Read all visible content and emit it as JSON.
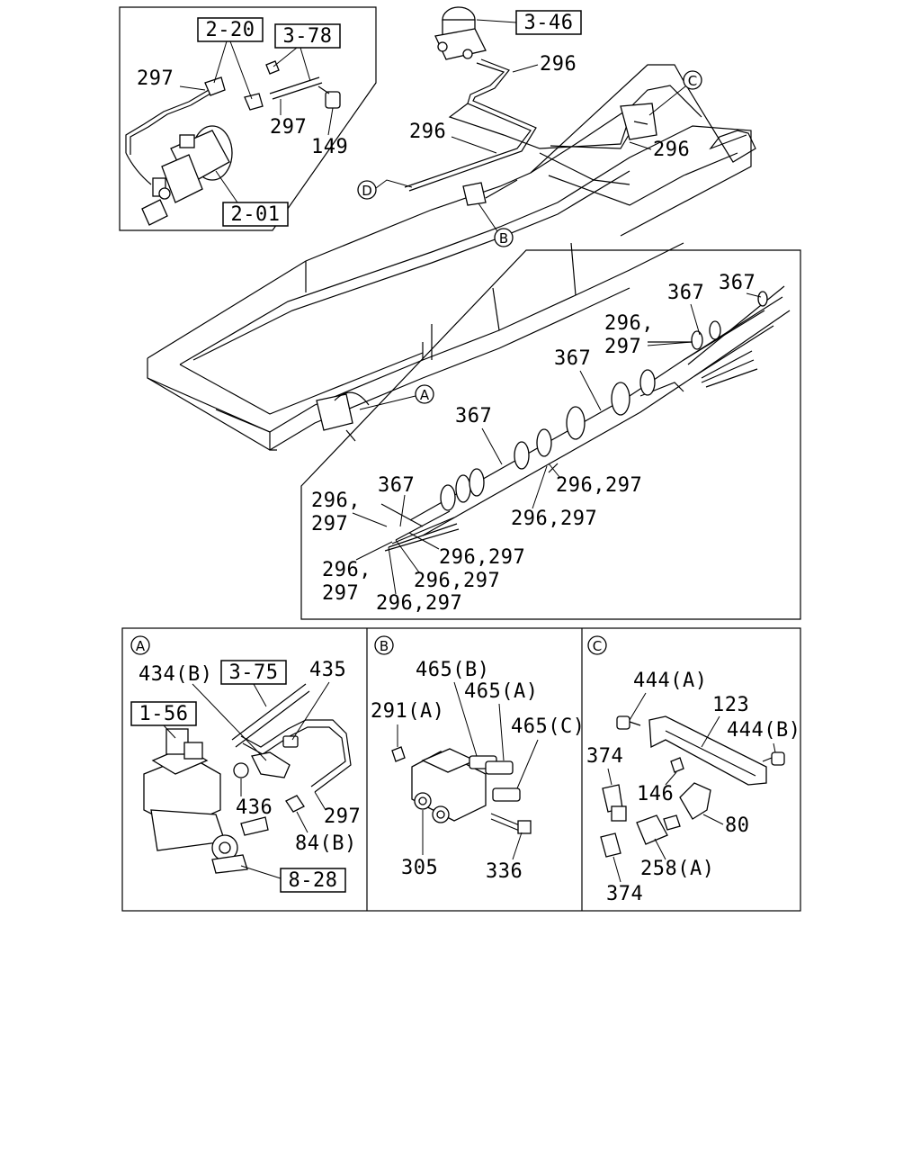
{
  "top_inset": {
    "boxed_refs": [
      "2-20",
      "3-78",
      "2-01"
    ],
    "labels": [
      "297",
      "297",
      "149"
    ]
  },
  "frame": {
    "boxed_refs": [
      "3-46"
    ],
    "labels": [
      "296",
      "296",
      "296"
    ],
    "callouts": [
      "C",
      "D",
      "B",
      "A"
    ]
  },
  "harness": {
    "labels": [
      "367",
      "367",
      "296,",
      "297",
      "367",
      "367",
      "296,297",
      "296,297",
      "296,",
      "297",
      "367",
      "296,297",
      "296,",
      "297",
      "296,297",
      "296,297"
    ]
  },
  "detail_a": {
    "tag": "A",
    "boxed_refs": [
      "3-75",
      "1-56",
      "8-28"
    ],
    "labels": [
      "434(B)",
      "435",
      "436",
      "297",
      "84(B)"
    ]
  },
  "detail_b": {
    "tag": "B",
    "labels": [
      "465(B)",
      "465(A)",
      "291(A)",
      "465(C)",
      "305",
      "336"
    ]
  },
  "detail_c": {
    "tag": "C",
    "labels": [
      "444(A)",
      "123",
      "444(B)",
      "374",
      "146",
      "80",
      "258(A)",
      "374"
    ]
  }
}
